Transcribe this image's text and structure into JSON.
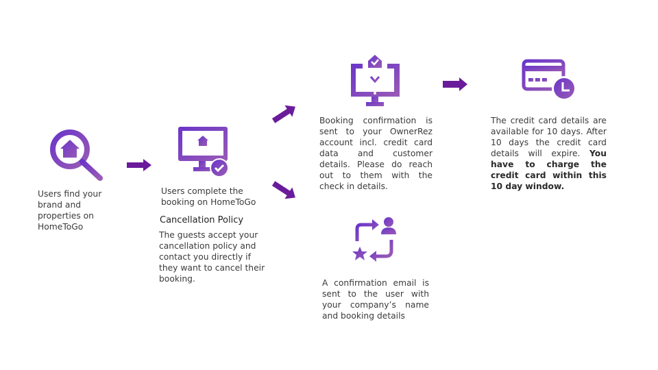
{
  "colors": {
    "icon_start": "#6a35c9",
    "icon_end": "#9a5bb5",
    "arrow": "#6a1b9a"
  },
  "steps": [
    {
      "icon": "magnifier-house-icon",
      "text": "Users find your brand and properties on HomeToGo"
    },
    {
      "icon": "monitor-house-check-icon",
      "text": "Users complete the booking on HomeToGo",
      "policy_title": "Cancellation Policy",
      "policy_text": "The guests accept your cancellation policy and contact you directly if they want to cancel their booking."
    },
    {
      "icon": "monitor-download-icon",
      "text": "Booking confirmation is sent to your OwnerRez account incl. credit card data and customer details. Please do reach out to them with the check in details."
    },
    {
      "icon": "credit-card-clock-icon",
      "text": "The credit card details are available for 10 days. After 10 days the credit card details will expire.",
      "bold_text": "You have to charge the credit card within this 10 day window."
    },
    {
      "icon": "exchange-user-star-icon",
      "text": "A confirmation email is sent to the user with your company’s name and booking details"
    }
  ]
}
